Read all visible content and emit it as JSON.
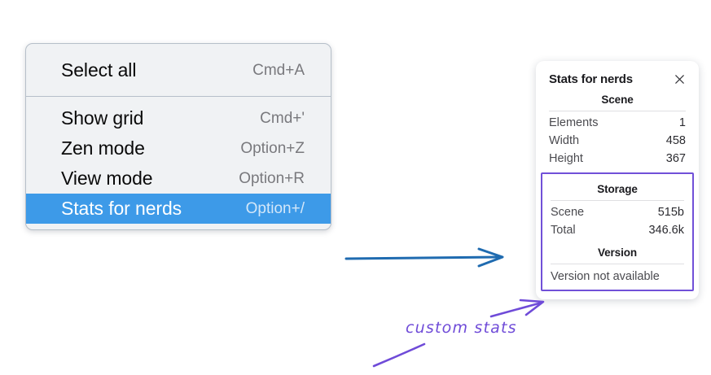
{
  "context_menu": {
    "name": "canvas-context-menu",
    "groups": [
      {
        "items": [
          {
            "label": "Select all",
            "shortcut": "Cmd+A",
            "selected": false
          }
        ]
      },
      {
        "items": [
          {
            "label": "Show grid",
            "shortcut": "Cmd+'",
            "selected": false
          },
          {
            "label": "Zen mode",
            "shortcut": "Option+Z",
            "selected": false
          },
          {
            "label": "View mode",
            "shortcut": "Option+R",
            "selected": false
          },
          {
            "label": "Stats for nerds",
            "shortcut": "Option+/",
            "selected": true
          }
        ]
      }
    ],
    "highlight_color": "#3d9ae8"
  },
  "stats_panel": {
    "title": "Stats for nerds",
    "close_icon": "close-icon",
    "sections": [
      {
        "title": "Scene",
        "boxed": false,
        "rows": [
          {
            "key": "Elements",
            "value": "1"
          },
          {
            "key": "Width",
            "value": "458"
          },
          {
            "key": "Height",
            "value": "367"
          }
        ]
      },
      {
        "title": "Storage",
        "boxed": true,
        "rows": [
          {
            "key": "Scene",
            "value": "515b"
          },
          {
            "key": "Total",
            "value": "346.6k"
          }
        ]
      },
      {
        "title": "Version",
        "boxed": true,
        "single": "Version not available"
      }
    ],
    "highlight_border_color": "#7150d8"
  },
  "annotations": {
    "blue_arrow_color": "#1f6bb0",
    "purple_color": "#6f4bd8",
    "handwritten_note": "custom stats"
  }
}
